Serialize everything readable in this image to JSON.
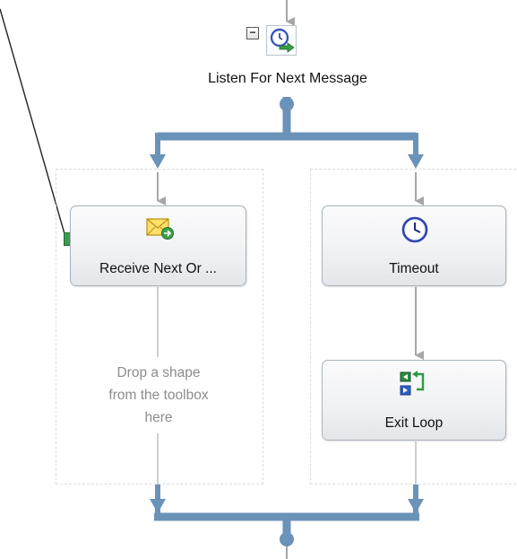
{
  "listen": {
    "label": "Listen For Next Message",
    "collapse_glyph": "−",
    "icon": "listen-clock-arrow-icon"
  },
  "branches": [
    {
      "activity": {
        "label": "Receive Next Or ...",
        "icon": "envelope-receive-icon"
      },
      "drop_hint": "Drop a shape\nfrom the toolbox\nhere"
    },
    {
      "activities": [
        {
          "label": "Timeout",
          "icon": "clock-icon"
        },
        {
          "label": "Exit Loop",
          "icon": "exit-loop-icon"
        }
      ]
    }
  ],
  "colors": {
    "bus": "#6b92b9",
    "connector": "#a6a6a6",
    "port": "#3e9a52",
    "branch_border": "#d9dde2"
  }
}
